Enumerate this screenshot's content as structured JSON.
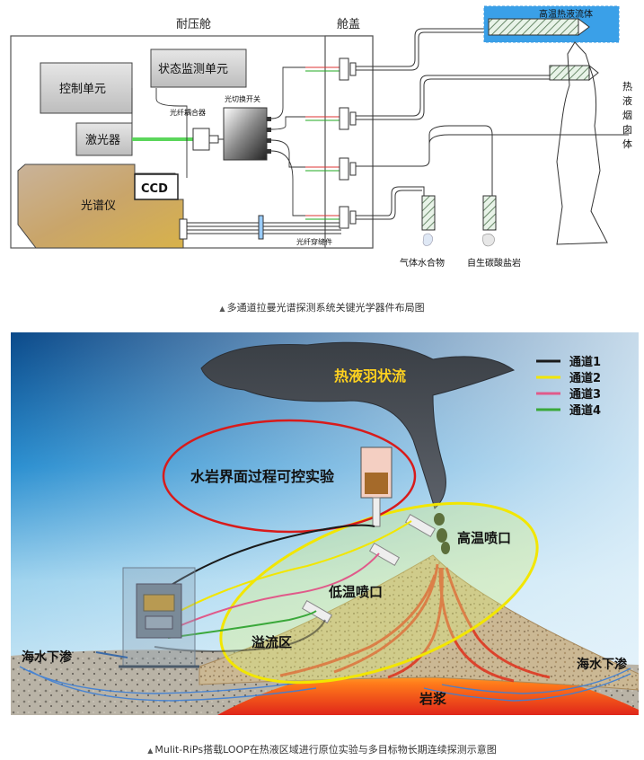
{
  "figure1": {
    "chamber_label": "耐压舱",
    "cover_label": "舱盖",
    "state_monitor": "状态监测单元",
    "control_unit": "控制单元",
    "fiber_coupler": "光纤耦合器",
    "optical_switch": "光切换开关",
    "laser": "激光器",
    "ccd": "CCD",
    "spectrometer": "光谱仪",
    "fiber_feedthrough": "光纤穿缝件",
    "hot_fluid": "高温热液流体",
    "vent_chimney": "热液烟囱体",
    "gas_hydrate": "气体水合物",
    "carbonate": "自生碳酸盐岩"
  },
  "caption1": "多通道拉曼光谱探测系统关键光学器件布局图",
  "figure2": {
    "plume": "热液羽状流",
    "experiment": "水岩界面过程可控实验",
    "high_vent": "高温喷口",
    "low_vent": "低温喷口",
    "overflow": "溢流区",
    "seep_left": "海水下渗",
    "seep_right": "海水下渗",
    "magma": "岩浆",
    "legend": [
      {
        "label": "通道1",
        "color": "#1a1a1a"
      },
      {
        "label": "通道2",
        "color": "#f2e600"
      },
      {
        "label": "通道3",
        "color": "#e05a8a"
      },
      {
        "label": "通道4",
        "color": "#3aa83a"
      }
    ]
  },
  "caption2": "Mulit-RiPs搭载LOOP在热液区域进行原位实验与多目标物长期连续探测示意图"
}
